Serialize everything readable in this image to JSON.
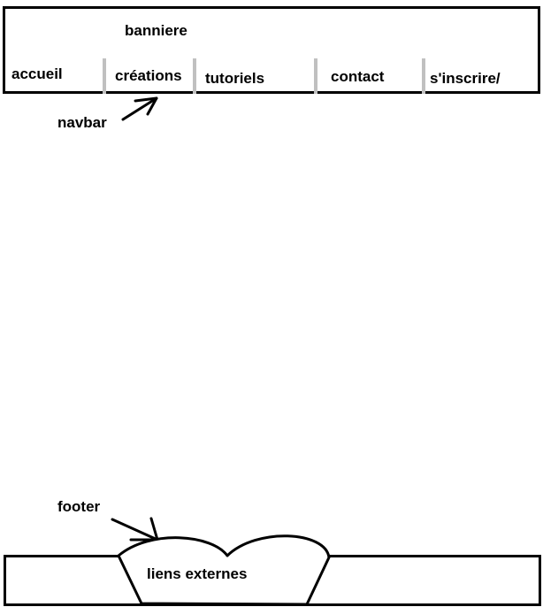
{
  "banner": {
    "label": "banniere"
  },
  "navbar": {
    "items": [
      {
        "label": "accueil"
      },
      {
        "label": "créations"
      },
      {
        "label": "tutoriels"
      },
      {
        "label": "contact"
      },
      {
        "label": "s'inscrire/"
      }
    ]
  },
  "annotations": {
    "navbar_label": "navbar",
    "footer_label": "footer"
  },
  "footer": {
    "link_label": "liens externes"
  },
  "colors": {
    "stroke": "#000000",
    "separator": "#c0c0c0",
    "background": "#ffffff"
  }
}
